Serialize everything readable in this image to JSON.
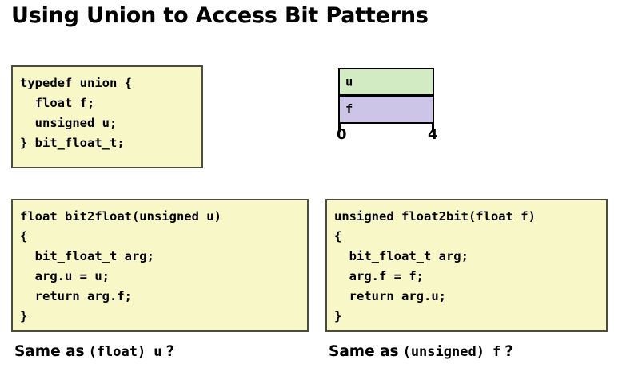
{
  "slide": {
    "title": "Using Union to Access Bit Patterns",
    "background_color": "#ffffff"
  },
  "code_blocks": [
    {
      "name": "typedef-union",
      "background_color": "#f7f7c8",
      "border_color": "#4d4d3d",
      "code": "typedef union {\n  float f;\n  unsigned u;\n} bit_float_t;"
    },
    {
      "name": "bit2float",
      "background_color": "#f7f7c8",
      "border_color": "#4d4d3d",
      "code": "float bit2float(unsigned u)\n{\n  bit_float_t arg;\n  arg.u = u;\n  return arg.f;\n}"
    },
    {
      "name": "float2bit",
      "background_color": "#f7f7c8",
      "border_color": "#4d4d3d",
      "code": "unsigned float2bit(float f)\n{\n  bit_float_t arg;\n  arg.f = f;\n  return arg.u;\n}"
    }
  ],
  "memory_diagram": {
    "cells": [
      {
        "label": "u",
        "color": "#d3ebc3"
      },
      {
        "label": "f",
        "color": "#ccc5e8"
      }
    ],
    "axis_labels": {
      "start": "0",
      "end": "4"
    }
  },
  "captions": {
    "left": {
      "prefix": "Same as",
      "code": "(float)",
      "code_arg": "u",
      "suffix": "?"
    },
    "right": {
      "prefix": "Same as",
      "code": "(unsigned)",
      "code_arg": "f",
      "suffix": "?"
    }
  }
}
